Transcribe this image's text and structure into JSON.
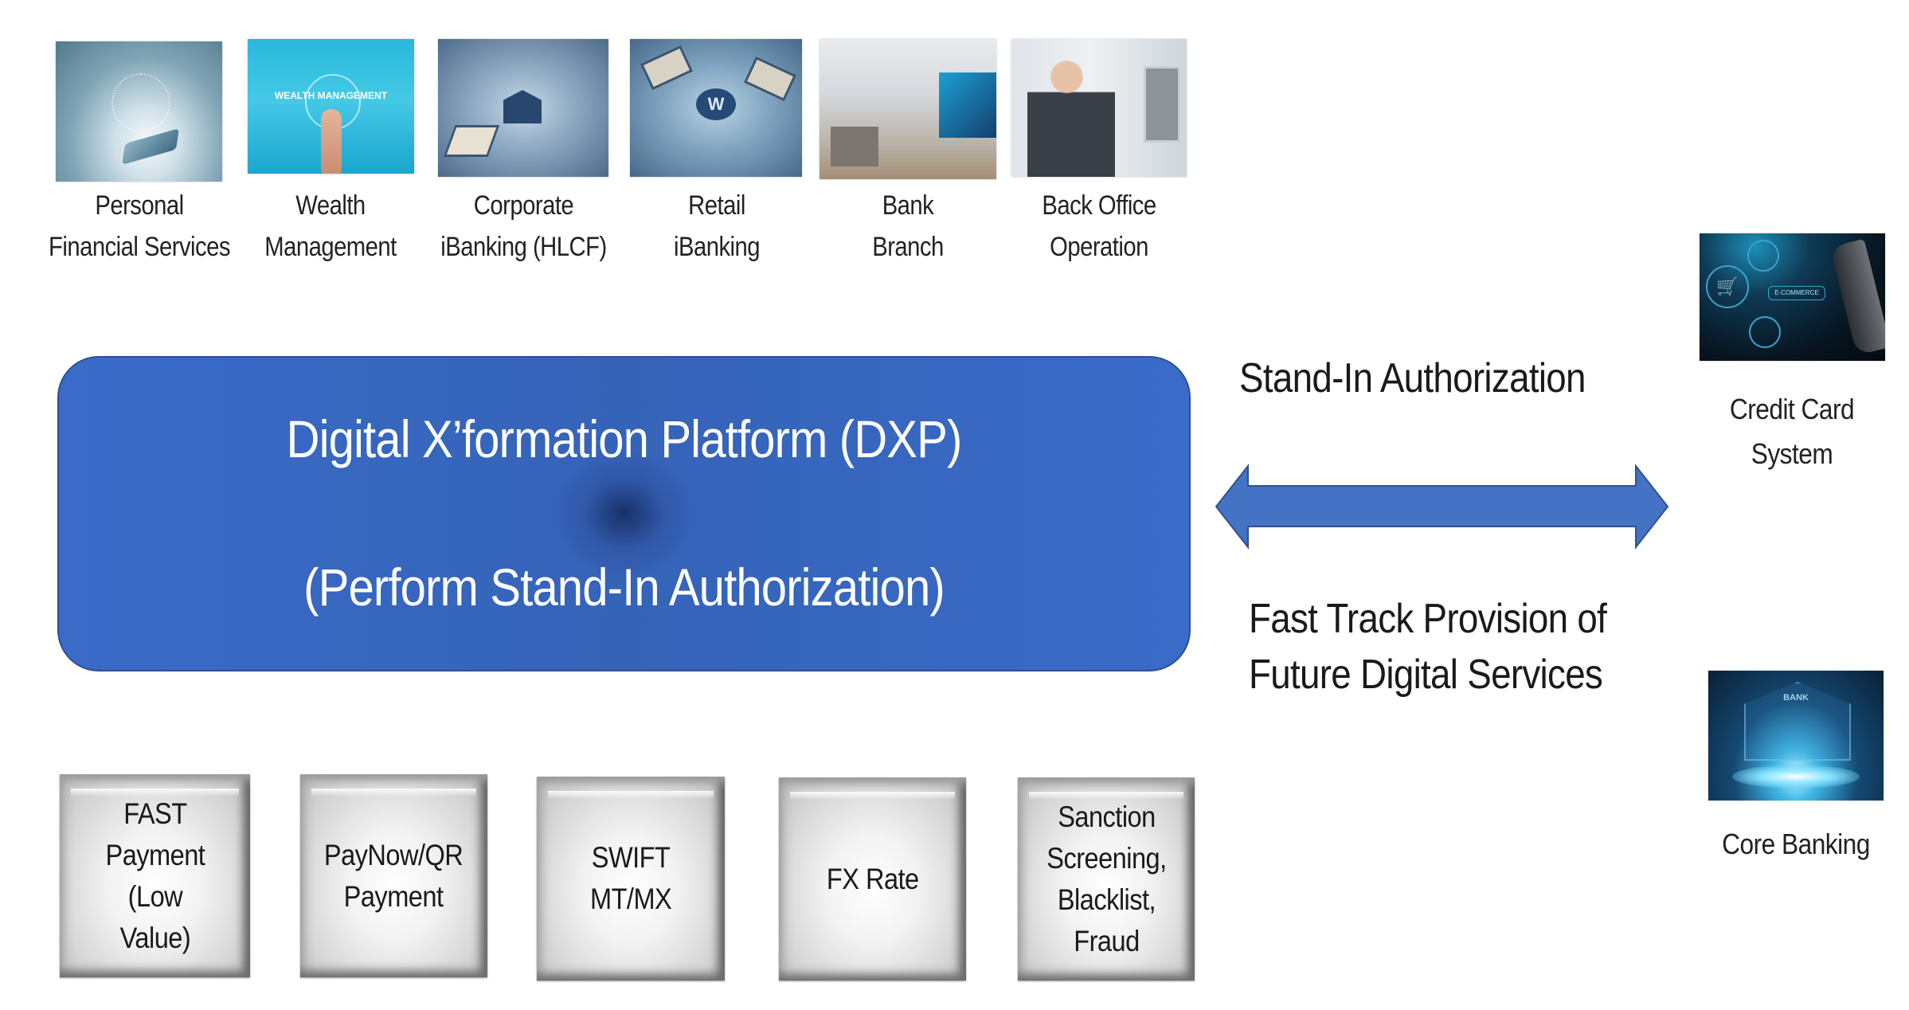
{
  "channels": [
    {
      "id": "personal-financial-services",
      "label": "Personal\nFinancial Services",
      "image": "mobile-banking-image"
    },
    {
      "id": "wealth-management",
      "label": "Wealth\nManagement",
      "image": "wealth-management-image",
      "image_caption": "WEALTH MANAGEMENT"
    },
    {
      "id": "corporate-ibanking",
      "label": "Corporate\niBanking (HLCF)",
      "image": "corporate-banking-image"
    },
    {
      "id": "retail-ibanking",
      "label": "Retail\niBanking",
      "image": "retail-banking-image"
    },
    {
      "id": "bank-branch",
      "label": "Bank\nBranch",
      "image": "bank-branch-image"
    },
    {
      "id": "back-office",
      "label": "Back Office\nOperation",
      "image": "back-office-image"
    }
  ],
  "platform": {
    "title": "Digital X’formation Platform (DXP)",
    "subtitle": "(Perform Stand-In Authorization)",
    "color": "#3a6bc8"
  },
  "connector": {
    "type": "double-arrow",
    "top_label": "Stand-In Authorization",
    "bottom_label": "Fast Track Provision of\nFuture Digital Services",
    "color": "#4472c4"
  },
  "systems": [
    {
      "id": "credit-card-system",
      "label": "Credit Card\nSystem",
      "image": "ecommerce-image",
      "image_caption": "E-COMMERCE"
    },
    {
      "id": "core-banking",
      "label": "Core Banking",
      "image": "bank-building-image",
      "image_caption": "BANK"
    }
  ],
  "services": [
    {
      "id": "fast-payment",
      "label": "FAST\nPayment\n(Low\nValue)"
    },
    {
      "id": "paynow-qr",
      "label": "PayNow/QR\nPayment"
    },
    {
      "id": "swift",
      "label": "SWIFT\nMT/MX"
    },
    {
      "id": "fx-rate",
      "label": "FX Rate"
    },
    {
      "id": "sanction-screening",
      "label": "Sanction\nScreening,\nBlacklist,\nFraud"
    }
  ]
}
